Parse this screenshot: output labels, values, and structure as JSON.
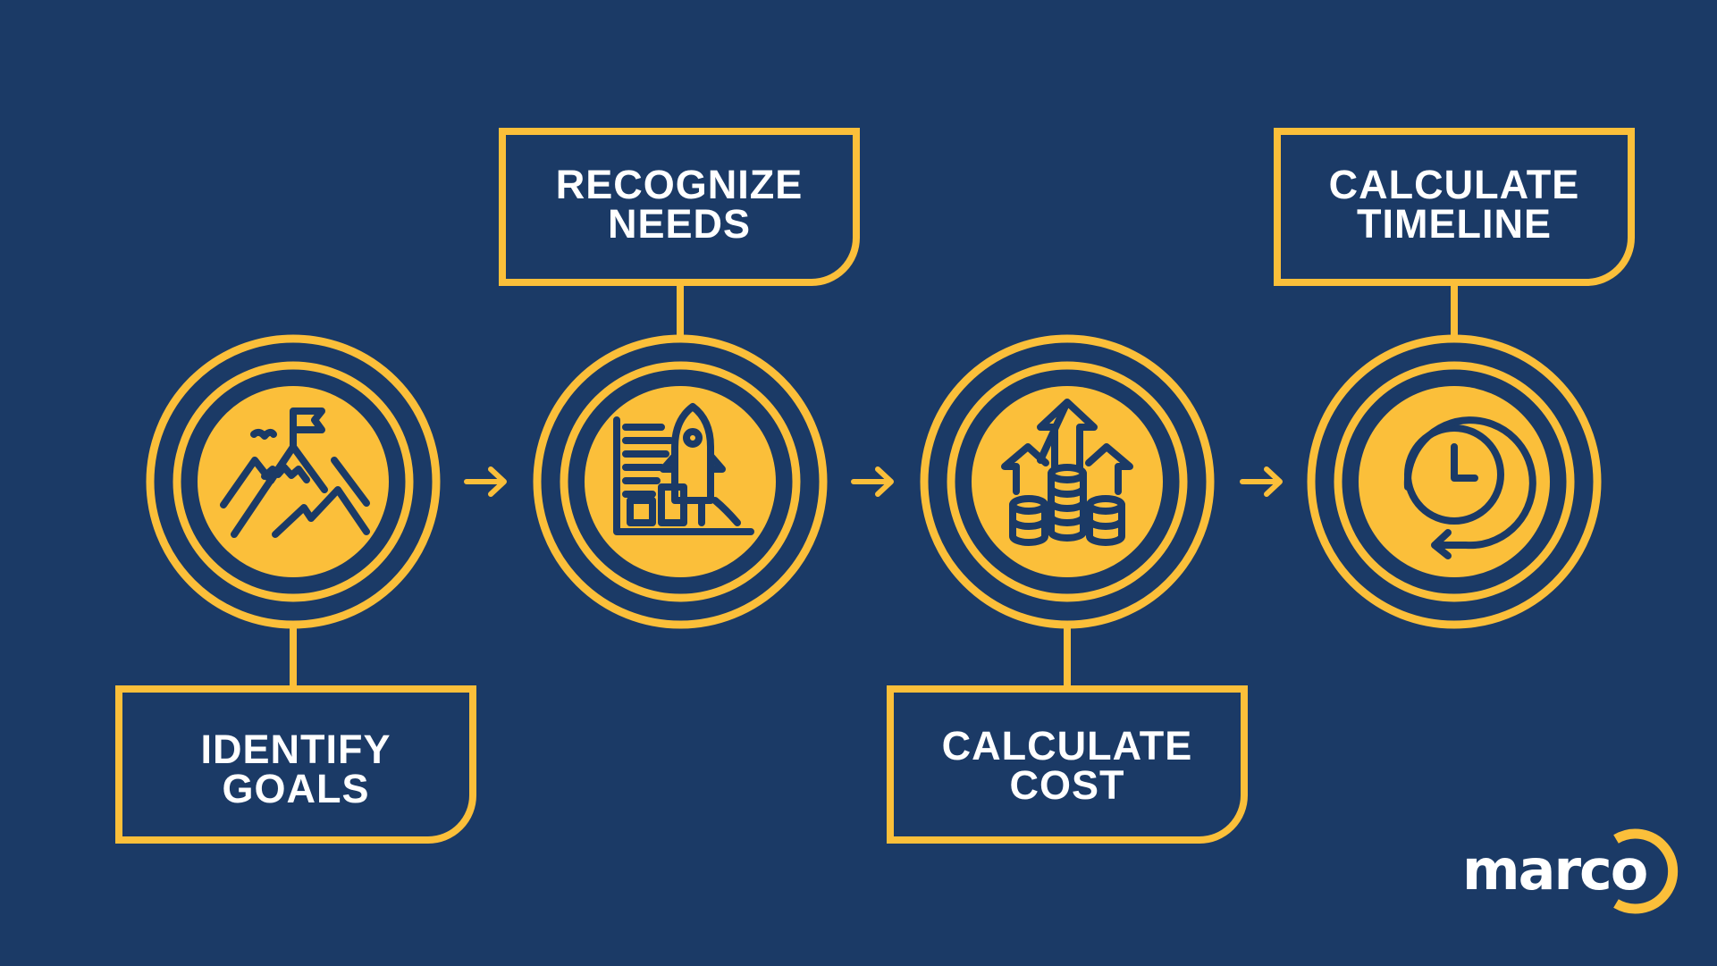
{
  "colors": {
    "background": "#1b3a66",
    "accent": "#fbbf3a",
    "text": "#ffffff"
  },
  "steps": [
    {
      "line1": "IDENTIFY",
      "line2": "GOALS",
      "icon": "mountain-flag-icon"
    },
    {
      "line1": "RECOGNIZE",
      "line2": "NEEDS",
      "icon": "rocket-chart-icon"
    },
    {
      "line1": "CALCULATE",
      "line2": "COST",
      "icon": "coins-growth-icon"
    },
    {
      "line1": "CALCULATE",
      "line2": "TIMELINE",
      "icon": "clock-refresh-icon"
    }
  ],
  "logo": {
    "text": "marco"
  }
}
